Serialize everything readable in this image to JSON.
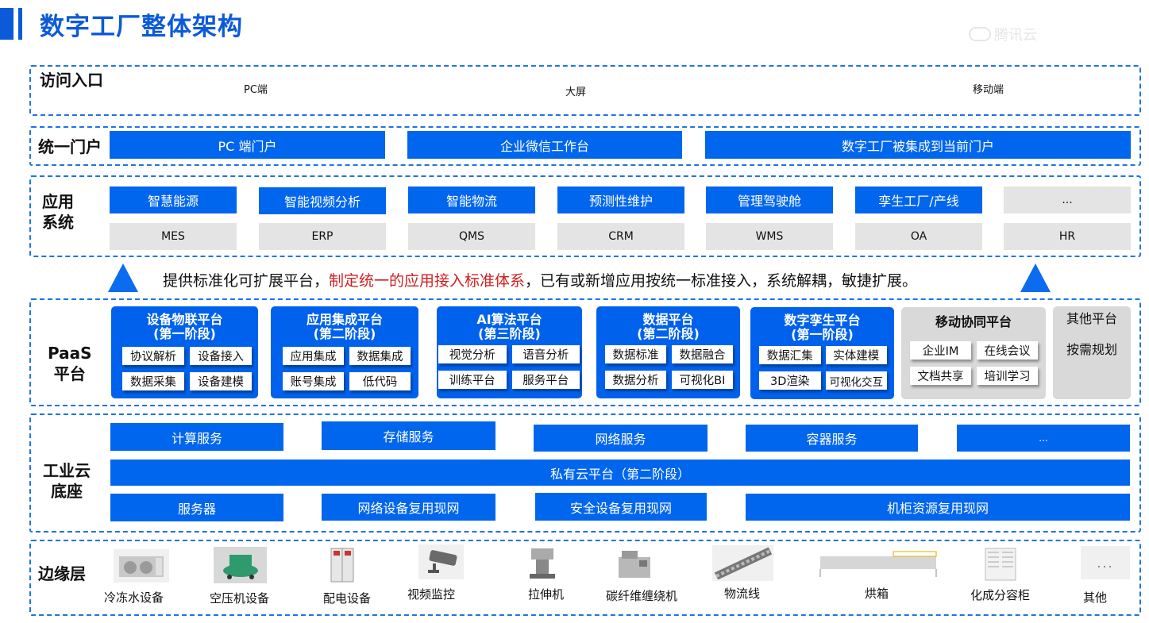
{
  "header": {
    "title": "数字工厂整体架构",
    "watermark": "腾讯云"
  },
  "colors": {
    "primary_blue": "#0066ee",
    "title_blue": "#0b5ad9",
    "grey_box": "#e4e4e4",
    "highlight_red": "#d01f1f",
    "dashed_border": "#1e73e8"
  },
  "access_layer": {
    "label": "访问入口",
    "items": [
      "PC端",
      "大屏",
      "移动端"
    ]
  },
  "portal_layer": {
    "label": "统一门户",
    "items": [
      "PC 端门户",
      "企业微信工作台",
      "数字工厂被集成到当前门户"
    ]
  },
  "app_layer": {
    "label_line1": "应用",
    "label_line2": "系统",
    "smart_apps": [
      "智慧能源",
      "智能视频分析",
      "智能物流",
      "预测性维护",
      "管理驾驶舱",
      "孪生工厂/产线",
      "..."
    ],
    "business_systems": [
      "MES",
      "ERP",
      "QMS",
      "CRM",
      "WMS",
      "OA",
      "HR"
    ]
  },
  "slogan": {
    "part1": "提供标准化可扩展平台，",
    "highlight": "制定统一的应用接入标准体系",
    "part2": "，已有或新增应用按统一标准接入，系统解耦，敏捷扩展。"
  },
  "paas_layer": {
    "label_line1": "PaaS",
    "label_line2": "平台",
    "platforms": [
      {
        "title": "设备物联平台",
        "phase": "(第一阶段)",
        "modules": [
          "协议解析",
          "设备接入",
          "数据采集",
          "设备建模"
        ]
      },
      {
        "title": "应用集成平台",
        "phase": "(第二阶段)",
        "modules": [
          "应用集成",
          "数据集成",
          "账号集成",
          "低代码"
        ]
      },
      {
        "title": "AI算法平台",
        "phase": "(第三阶段)",
        "modules": [
          "视觉分析",
          "语音分析",
          "训练平台",
          "服务平台"
        ]
      },
      {
        "title": "数据平台",
        "phase": "(第二阶段)",
        "modules": [
          "数据标准",
          "数据融合",
          "数据分析",
          "可视化BI"
        ]
      },
      {
        "title": "数字孪生平台",
        "phase": "(第一阶段)",
        "modules": [
          "数据汇集",
          "实体建模",
          "3D渲染",
          "可视化交互"
        ]
      },
      {
        "title": "移动协同平台",
        "phase": "",
        "modules": [
          "企业IM",
          "在线会议",
          "文档共享",
          "培训学习"
        ]
      }
    ],
    "other": {
      "line1": "其他平台",
      "line2": "按需规划"
    }
  },
  "cloud_layer": {
    "label_line1": "工业云",
    "label_line2": "底座",
    "services": [
      "计算服务",
      "存储服务",
      "网络服务",
      "容器服务",
      "..."
    ],
    "private_cloud": "私有云平台（第二阶段）",
    "infrastructure": [
      "服务器",
      "网络设备复用现网",
      "安全设备复用现网",
      "机柜资源复用现网"
    ]
  },
  "edge_layer": {
    "label": "边缘层",
    "devices": [
      "冷冻水设备",
      "空压机设备",
      "配电设备",
      "视频监控",
      "拉伸机",
      "碳纤维缠绕机",
      "物流线",
      "烘箱",
      "化成分容柜",
      "其他"
    ],
    "more_icon": "..."
  }
}
